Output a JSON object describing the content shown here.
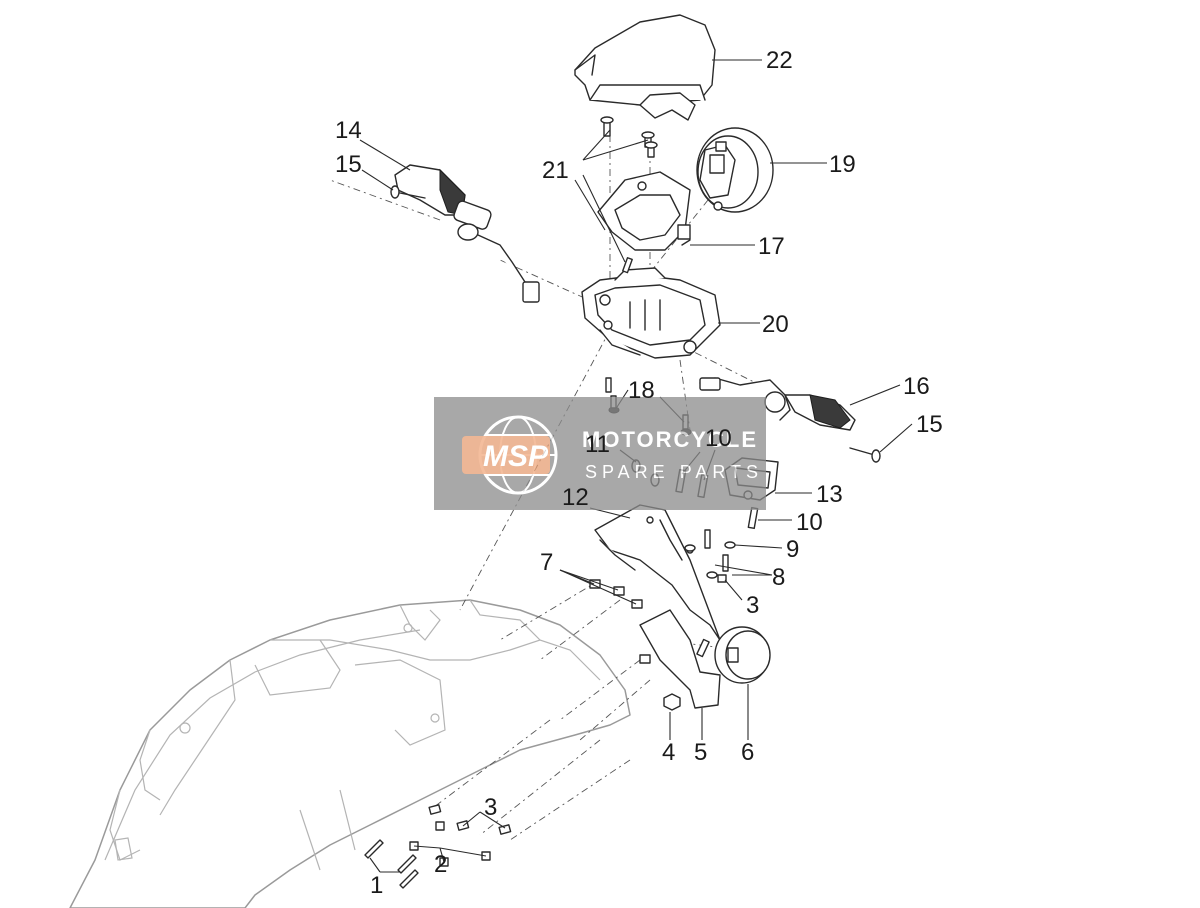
{
  "callouts": {
    "c1": "1",
    "c2": "2",
    "c3a": "3",
    "c3b": "3",
    "c4": "4",
    "c5": "5",
    "c6": "6",
    "c7": "7",
    "c8": "8",
    "c9": "9",
    "c10a": "10",
    "c10b": "10",
    "c11": "11",
    "c12": "12",
    "c13": "13",
    "c14": "14",
    "c15a": "15",
    "c15b": "15",
    "c16": "16",
    "c17": "17",
    "c18": "18",
    "c19": "19",
    "c20": "20",
    "c21": "21",
    "c22": "22"
  },
  "watermark": {
    "logo": "MSP",
    "line1": "MOTORCYCLE",
    "line2": "SPARE PARTS",
    "color": "#8c8c8c",
    "accent": "#f0a070"
  }
}
